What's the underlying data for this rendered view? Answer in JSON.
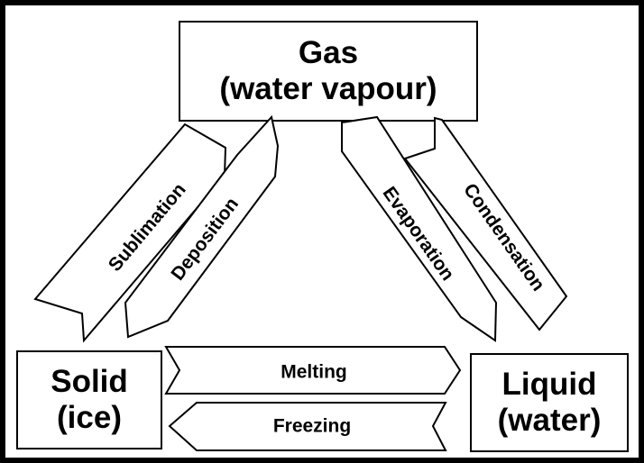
{
  "states": {
    "gas": {
      "line1": "Gas",
      "line2": "(water vapour)"
    },
    "solid": {
      "line1": "Solid",
      "line2": "(ice)"
    },
    "liquid": {
      "line1": "Liquid",
      "line2": "(water)"
    }
  },
  "transitions": {
    "sublimation": "Sublimation",
    "deposition": "Deposition",
    "evaporation": "Evaporation",
    "condensation": "Condensation",
    "melting": "Melting",
    "freezing": "Freezing"
  }
}
